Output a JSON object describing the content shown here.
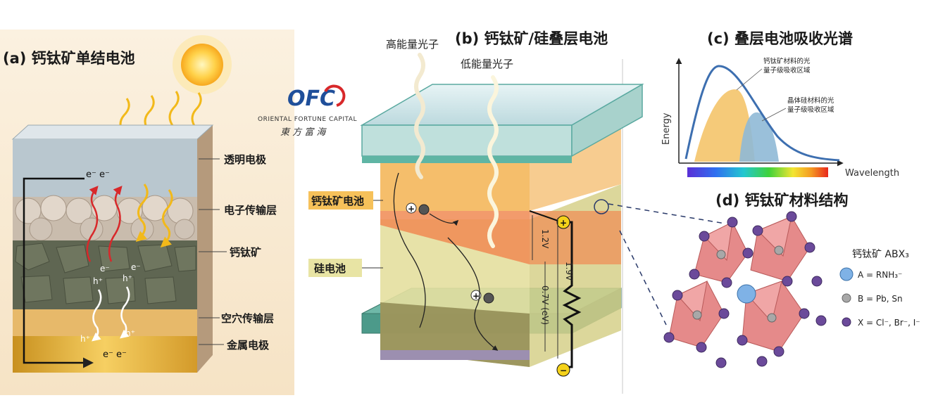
{
  "panel_a": {
    "title": "(a) 钙钛矿单结电池",
    "layers": [
      "透明电极",
      "电子传输层",
      "钙钛矿",
      "空穴传输层",
      "金属电极"
    ],
    "carriers": {
      "electron_top": "e⁻ e⁻",
      "electron_bottom": "e⁻ e⁻",
      "e": "e⁻",
      "h": "h⁺"
    }
  },
  "logo": {
    "mark": "OFC",
    "name": "ORIENTAL FORTUNE CAPITAL",
    "cn": "東 方 富 海"
  },
  "panel_b": {
    "title": "(b) 钙钛矿/硅叠层电池",
    "photon_high": "高能量光子",
    "photon_low": "低能量光子",
    "label_perovskite": "钙钛矿电池",
    "label_silicon": "硅电池",
    "v_top": "1.2V",
    "v_total": "1.9V",
    "v_bottom": "0.7V (eV)",
    "plus": "+",
    "minus": "−"
  },
  "panel_c": {
    "title": "(c) 叠层电池吸收光谱",
    "ylabel": "Energy",
    "xlabel": "Wavelength",
    "anno_perovskite_1": "钙钛矿材料的光",
    "anno_perovskite_2": "量子级吸收区域",
    "anno_si_1": "晶体硅材料的光",
    "anno_si_2": "量子级吸收区域"
  },
  "panel_d": {
    "title": "(d) 钙钛矿材料结构",
    "legend_title": "钙钛矿 ABX₃",
    "legend": [
      {
        "label": "A = RNH₃⁻",
        "color": "#7fb2e6"
      },
      {
        "label": "B = Pb, Sn",
        "color": "#a8a8a8"
      },
      {
        "label": "X = Cl⁻, Br⁻, I⁻",
        "color": "#6b4a9a"
      }
    ]
  },
  "colors": {
    "perovskite_orange": "#f4b85e",
    "silicon_yellow": "#e4df9e",
    "glass_blue": "#cfe6ea",
    "octahedron_pink": "#e58a8a",
    "curve_blue": "#3d6fb0"
  }
}
